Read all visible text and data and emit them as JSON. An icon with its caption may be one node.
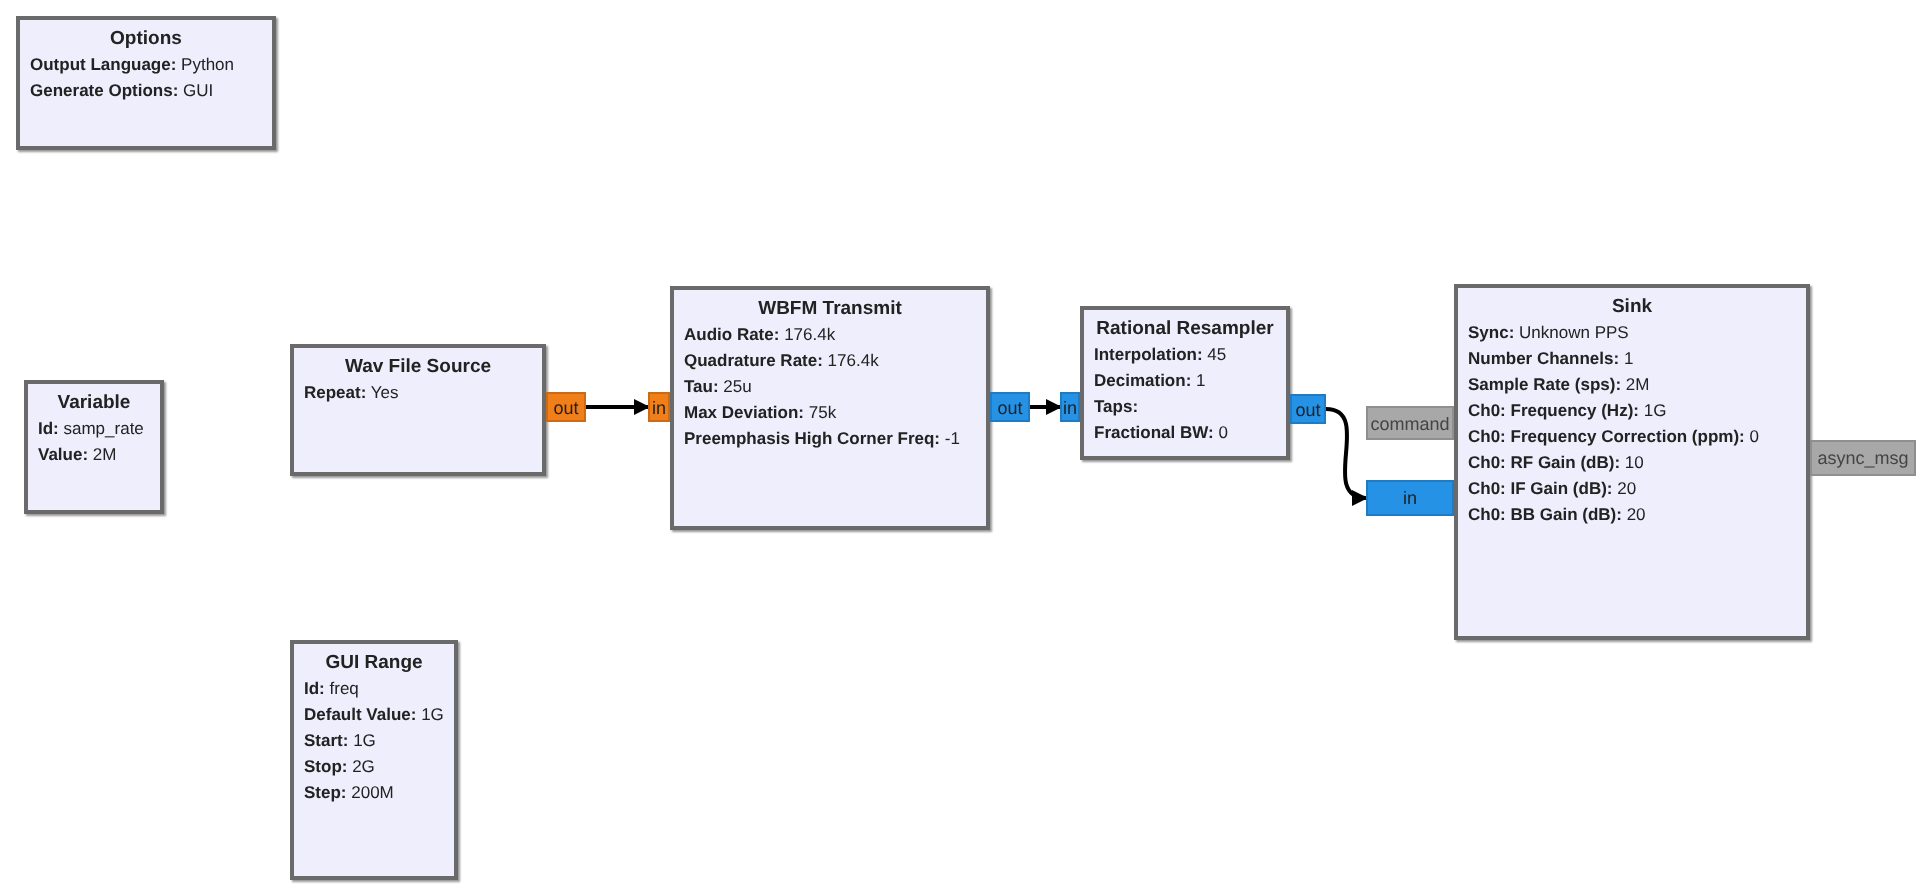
{
  "diagram": {
    "nodes": [
      {
        "text": [
          "Options",
          "**Output Language:** Python",
          "**Generate Options:** GUI"
        ]
      },
      {
        "text": [
          "Variable",
          "**Id:** samp_rate",
          "**Value:** 2M"
        ]
      },
      {
        "text": [
          "Wav File Source",
          "**Repeat:** Yes"
        ]
      },
      {
        "text": [
          "out"
        ]
      },
      {
        "text": [
          "in"
        ]
      },
      {
        "text": [
          "WBFM Transmit",
          "**Audio Rate:** 176.4k",
          "**Quadrature Rate:** 176.4k",
          "**Tau:** 25u",
          "**Max Deviation:** 75k",
          "**Preemphasis High Corner Freq:** -1"
        ]
      },
      {
        "text": [
          "out"
        ]
      },
      {
        "text": [
          "in"
        ]
      },
      {
        "text": [
          "Rational Resampler",
          "**Interpolation:** 45",
          "**Decimation:** 1",
          "**Taps:**",
          "**Fractional BW:** 0"
        ]
      },
      {
        "text": [
          "out"
        ]
      },
      {
        "text": [
          "command"
        ]
      },
      {
        "text": [
          "in"
        ]
      },
      {
        "text": [
          "Sink",
          "**Sync:** Unknown PPS",
          "**Number Channels:** 1",
          "**Sample Rate (sps):** 2M",
          "**Ch0: Frequency (Hz):** 1G",
          "**Ch0: Frequency Correction (ppm):** 0",
          "**Ch0: RF Gain (dB):** 10",
          "**Ch0: IF Gain (dB):** 20",
          "**Ch0: BB Gain (dB):** 20"
        ]
      },
      {
        "text": [
          "async_msg"
        ]
      },
      {
        "text": [
          "GUI Range",
          "**Id:** freq",
          "**Default Value:** 1G",
          "**Start:** 1G",
          "**Stop:** 2G",
          "**Step:** 200M"
        ]
      }
    ],
    "edges": [
      {
        "from": 3,
        "to": 4,
        "arrow": "to"
      },
      {
        "from": 6,
        "to": 7,
        "arrow": "to"
      },
      {
        "from": 9,
        "to": 11,
        "arrow": "to"
      }
    ]
  }
}
